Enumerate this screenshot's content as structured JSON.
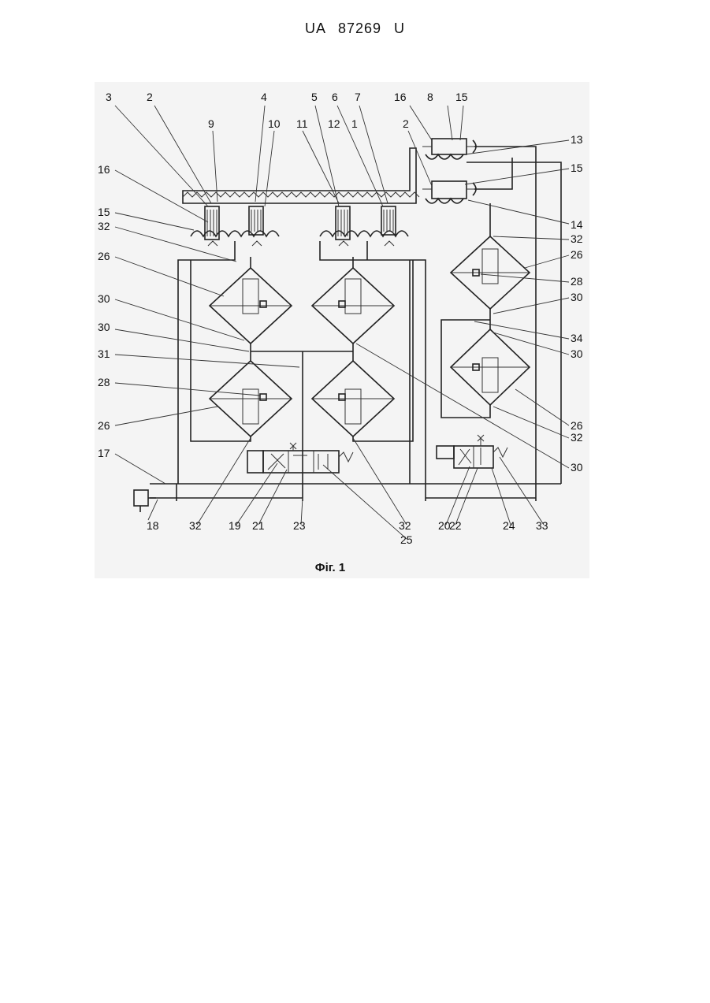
{
  "header": {
    "code": "UA   87269   U"
  },
  "caption": "Фіг. 1",
  "labels": {
    "top": [
      "3",
      "2",
      "9",
      "4",
      "10",
      "11",
      "5",
      "6",
      "12",
      "1",
      "7",
      "16",
      "2",
      "8",
      "15"
    ],
    "left": [
      "16",
      "15",
      "32",
      "26",
      "30",
      "30",
      "31",
      "28",
      "26",
      "17",
      "18"
    ],
    "right": [
      "13",
      "15",
      "14",
      "32",
      "26",
      "28",
      "30",
      "34",
      "30",
      "26",
      "32",
      "30"
    ],
    "bottom": [
      "32",
      "19",
      "21",
      "23",
      "32",
      "25",
      "20",
      "22",
      "24",
      "33"
    ]
  }
}
